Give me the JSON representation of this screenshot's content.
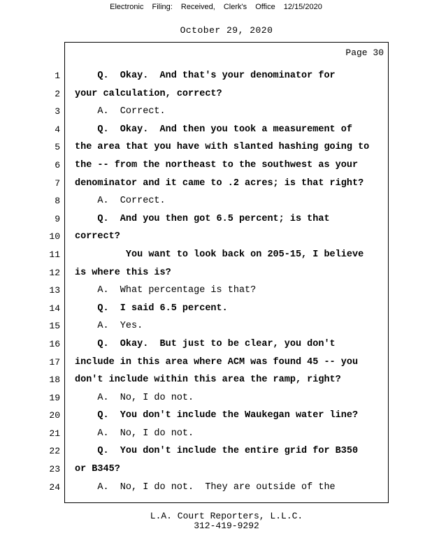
{
  "stamp": {
    "text": "Electronic Filing: Received, Clerk's Office 12/15/2020"
  },
  "header": {
    "date": "October 29, 2020"
  },
  "transcript": {
    "page_label": "Page 30",
    "lines": [
      {
        "num": "1",
        "bold": true,
        "text": "    Q.  Okay.  And that's your denominator for"
      },
      {
        "num": "2",
        "bold": true,
        "text": "your calculation, correct?"
      },
      {
        "num": "3",
        "bold": false,
        "text": "    A.  Correct."
      },
      {
        "num": "4",
        "bold": true,
        "text": "    Q.  Okay.  And then you took a measurement of"
      },
      {
        "num": "5",
        "bold": true,
        "text": "the area that you have with slanted hashing going to"
      },
      {
        "num": "6",
        "bold": true,
        "text": "the -- from the northeast to the southwest as your"
      },
      {
        "num": "7",
        "bold": true,
        "text": "denominator and it came to .2 acres; is that right?"
      },
      {
        "num": "8",
        "bold": false,
        "text": "    A.  Correct."
      },
      {
        "num": "9",
        "bold": true,
        "text": "    Q.  And you then got 6.5 percent; is that"
      },
      {
        "num": "10",
        "bold": true,
        "text": "correct?"
      },
      {
        "num": "11",
        "bold": true,
        "text": "         You want to look back on 205-15, I believe"
      },
      {
        "num": "12",
        "bold": true,
        "text": "is where this is?"
      },
      {
        "num": "13",
        "bold": false,
        "text": "    A.  What percentage is that?"
      },
      {
        "num": "14",
        "bold": true,
        "text": "    Q.  I said 6.5 percent."
      },
      {
        "num": "15",
        "bold": false,
        "text": "    A.  Yes."
      },
      {
        "num": "16",
        "bold": true,
        "text": "    Q.  Okay.  But just to be clear, you don't"
      },
      {
        "num": "17",
        "bold": true,
        "text": "include in this area where ACM was found 45 -- you"
      },
      {
        "num": "18",
        "bold": true,
        "text": "don't include within this area the ramp, right?"
      },
      {
        "num": "19",
        "bold": false,
        "text": "    A.  No, I do not."
      },
      {
        "num": "20",
        "bold": true,
        "text": "    Q.  You don't include the Waukegan water line?"
      },
      {
        "num": "21",
        "bold": false,
        "text": "    A.  No, I do not."
      },
      {
        "num": "22",
        "bold": true,
        "text": "    Q.  You don't include the entire grid for B350"
      },
      {
        "num": "23",
        "bold": true,
        "text": "or B345?"
      },
      {
        "num": "24",
        "bold": false,
        "text": "    A.  No, I do not.  They are outside of the"
      }
    ]
  },
  "footer": {
    "company": "L.A. Court Reporters, L.L.C.",
    "phone": "312-419-9292"
  }
}
